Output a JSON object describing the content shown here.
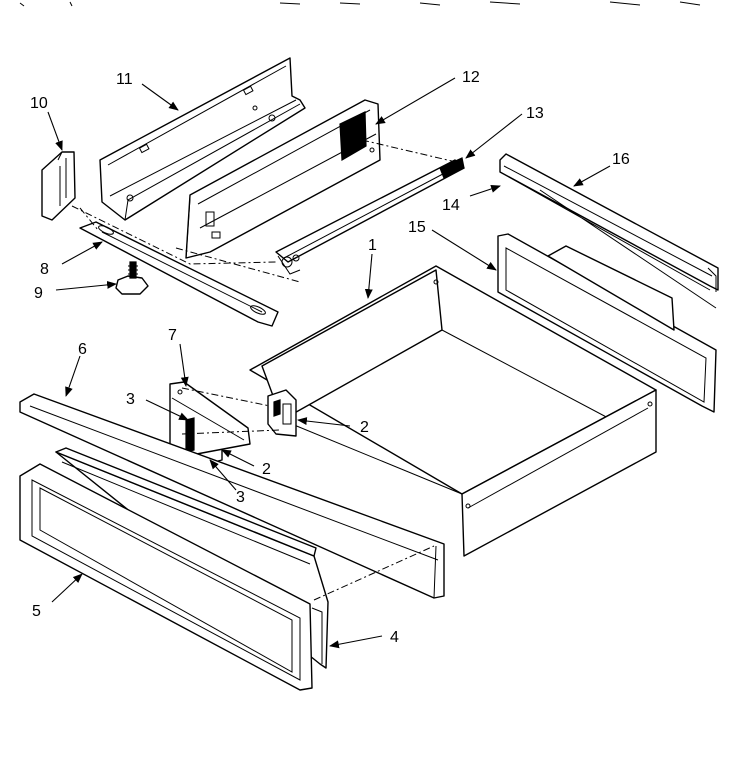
{
  "callouts": {
    "c1": "1",
    "c2a": "2",
    "c2b": "2",
    "c3a": "3",
    "c3b": "3",
    "c4": "4",
    "c5": "5",
    "c6": "6",
    "c7": "7",
    "c8": "8",
    "c9": "9",
    "c10": "10",
    "c11": "11",
    "c12": "12",
    "c13": "13",
    "c14": "14",
    "c15": "15",
    "c16": "16"
  }
}
